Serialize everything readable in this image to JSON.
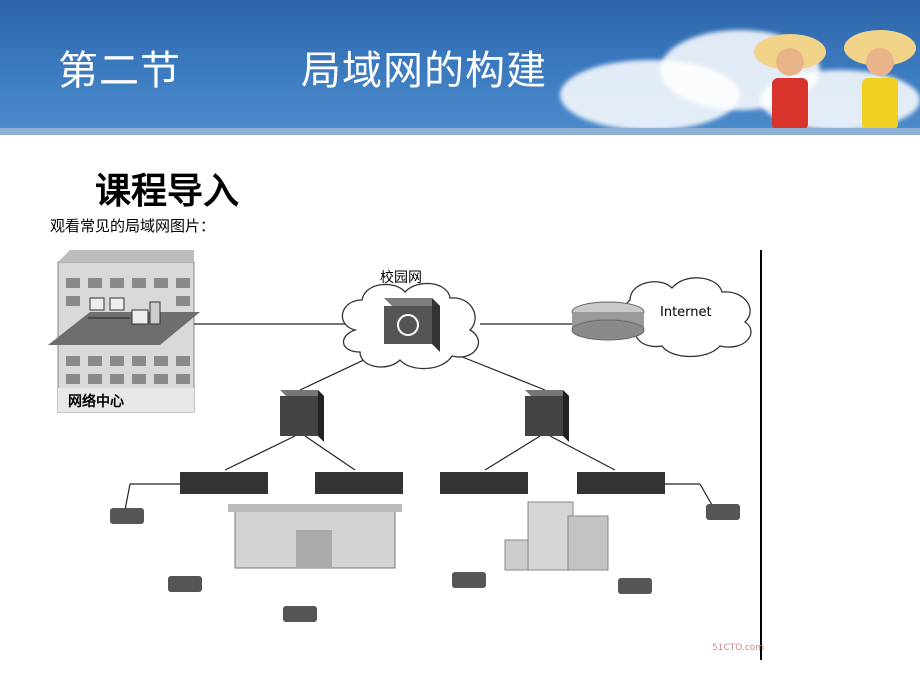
{
  "slide": {
    "heading_part1": "第二节",
    "heading_part2": "局域网的构建",
    "section_title": "课程导入",
    "intro_text": "观看常见的局域网图片："
  },
  "diagram": {
    "campus_label": "校园网",
    "internet_label": "Internet",
    "center_label": "网络中心",
    "watermark": "51CTO.com"
  },
  "colors": {
    "header_blue": "#2d63a8",
    "switch_dark": "#3a3a3a",
    "router_gray": "#9a9a9a"
  }
}
